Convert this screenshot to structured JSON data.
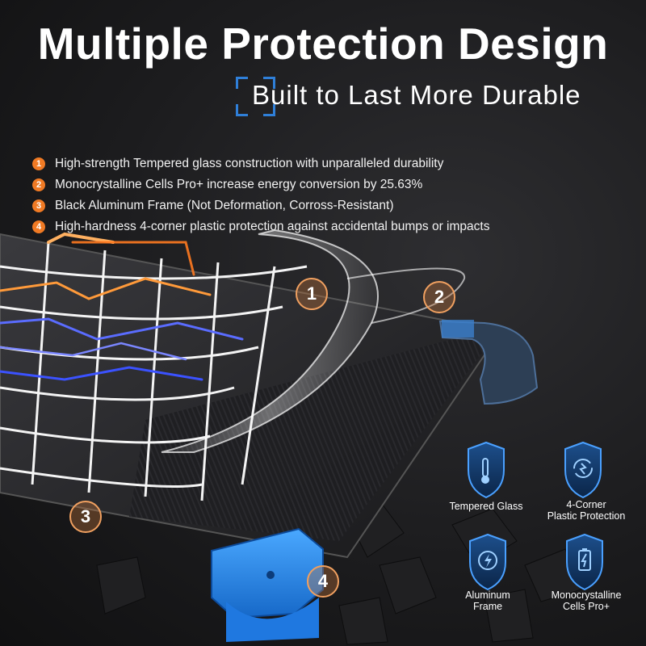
{
  "header": {
    "title": "Multiple Protection Design",
    "subtitle": "Built to Last More Durable"
  },
  "features": [
    {
      "num": "1",
      "text": "High-strength Tempered glass construction with unparalleled durability"
    },
    {
      "num": "2",
      "text": "Monocrystalline Cells Pro+ increase energy conversion by 25.63%"
    },
    {
      "num": "3",
      "text": "Black Aluminum Frame (Not Deformation, Corross-Resistant)"
    },
    {
      "num": "4",
      "text": "High-hardness 4-corner plastic protection against accidental bumps or impacts"
    }
  ],
  "markers": [
    "1",
    "2",
    "3",
    "4"
  ],
  "badges": [
    {
      "label": "Tempered Glass",
      "icon": "thermometer-icon"
    },
    {
      "label": "4-Corner\nPlastic Protection",
      "icon": "refresh-shield-icon"
    },
    {
      "label": "Aluminum\nFrame",
      "icon": "lightning-icon"
    },
    {
      "label": "Monocrystalline\nCells Pro+",
      "icon": "battery-icon"
    }
  ],
  "colors": {
    "accent_orange": "#f07a24",
    "accent_blue": "#2f7fd8",
    "corner_blue": "#2a8cf0",
    "background": "#1b1b1d"
  }
}
